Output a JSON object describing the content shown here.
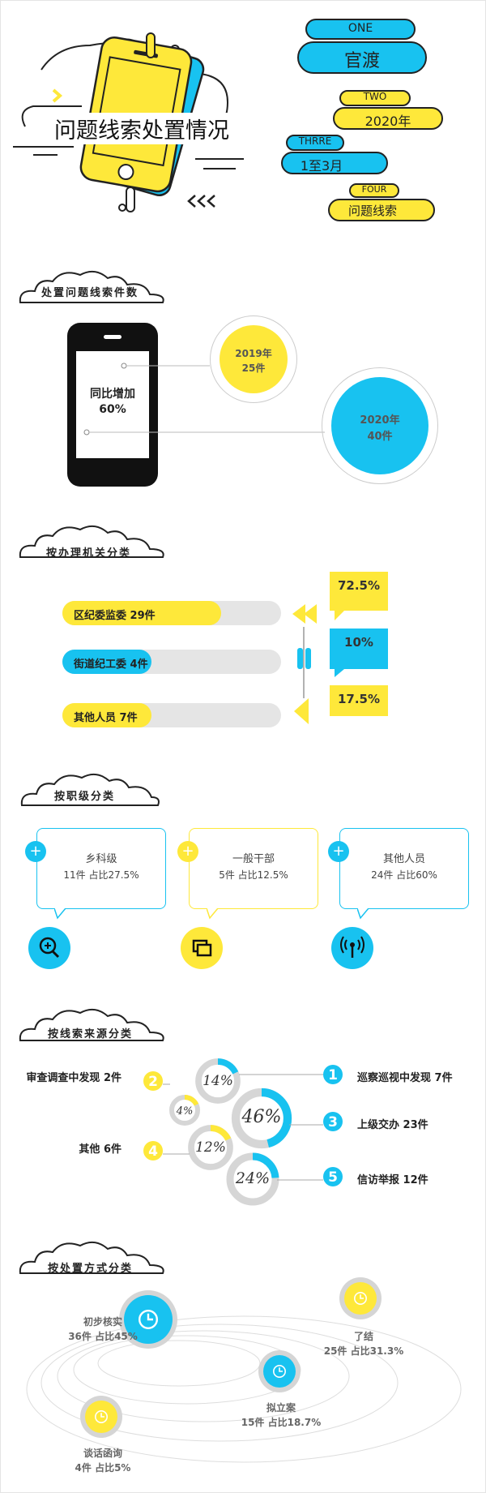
{
  "header": {
    "title": "问题线索处置情况",
    "tags": [
      {
        "label": "ONE",
        "value": "官渡"
      },
      {
        "label": "TWO",
        "value": "2020年"
      },
      {
        "label": "THRRE",
        "value": "1至3月"
      },
      {
        "label": "FOUR",
        "value": "问题线索"
      }
    ]
  },
  "colors": {
    "yellow": "#fee83a",
    "cyan": "#18c2f0",
    "dark": "#111111",
    "grey": "#e5e5e5"
  },
  "section1": {
    "title": "处置问题线索件数",
    "phone_text_line1": "同比增加",
    "phone_text_line2": "60%",
    "circle_2019_year": "2019年",
    "circle_2019_count": "25件",
    "circle_2020_year": "2020年",
    "circle_2020_count": "40件"
  },
  "section2": {
    "title": "按办理机关分类",
    "bars": [
      {
        "label": "区纪委监委 29件",
        "fraction": 0.725,
        "color": "yellow",
        "pct": "72.5%"
      },
      {
        "label": "街道纪工委 4件",
        "fraction": 0.1,
        "color": "cyan",
        "pct": "10%"
      },
      {
        "label": "其他人员 7件",
        "fraction": 0.175,
        "color": "yellow",
        "pct": "17.5%"
      }
    ]
  },
  "section3": {
    "title": "按职级分类",
    "cards": [
      {
        "name": "乡科级",
        "detail": "11件 占比27.5%",
        "color": "cyan",
        "icon": "zoom-in-icon"
      },
      {
        "name": "一般干部",
        "detail": "5件 占比12.5%",
        "color": "yellow",
        "icon": "monitor-icon"
      },
      {
        "name": "其他人员",
        "detail": "24件 占比60%",
        "color": "cyan",
        "icon": "signal-tower-icon"
      }
    ]
  },
  "section4": {
    "title": "按线索来源分类",
    "items": [
      {
        "num": "1",
        "label": "巡察巡视中发现 7件",
        "pct": "14%",
        "fraction": 0.14,
        "color": "cyan"
      },
      {
        "num": "2",
        "label": "审查调查中发现 2件",
        "pct": "4%",
        "fraction": 0.04,
        "color": "yellow"
      },
      {
        "num": "3",
        "label": "上级交办 23件",
        "pct": "46%",
        "fraction": 0.46,
        "color": "cyan"
      },
      {
        "num": "4",
        "label": "其他 6件",
        "pct": "12%",
        "fraction": 0.12,
        "color": "yellow"
      },
      {
        "num": "5",
        "label": "信访举报 12件",
        "pct": "24%",
        "fraction": 0.24,
        "color": "cyan"
      }
    ]
  },
  "section5": {
    "title": "按处置方式分类",
    "items": [
      {
        "name": "初步核实",
        "detail": "36件 占比45%",
        "color": "cyan"
      },
      {
        "name": "了结",
        "detail": "25件 占比31.3%",
        "color": "yellow"
      },
      {
        "name": "拟立案",
        "detail": "15件 占比18.7%",
        "color": "cyan"
      },
      {
        "name": "谈话函询",
        "detail": "4件 占比5%",
        "color": "yellow"
      }
    ]
  }
}
